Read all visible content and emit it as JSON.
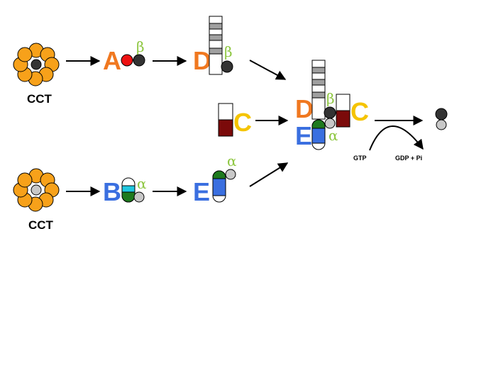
{
  "labels": {
    "cct_top": "CCT",
    "cct_bottom": "CCT",
    "a": "A",
    "b": "B",
    "c_mid": "C",
    "c_right": "C",
    "d_top": "D",
    "d_complex": "D",
    "e_mid": "E",
    "e_complex": "E",
    "beta_a": "β",
    "beta_d": "β",
    "beta_complex": "β",
    "alpha_b": "α",
    "alpha_e": "α",
    "alpha_complex": "α",
    "gtp": "GTP",
    "gdp_pi": "GDP + Pi"
  },
  "colors": {
    "orange_label": "#f07820",
    "blue_label": "#3a6fe0",
    "yellow_label": "#f5c400",
    "greek_green": "#8dc63f",
    "cct_subunit": "#f7a11a",
    "beta_tubulin": "#333333",
    "alpha_tubulin": "#c8c8c8",
    "protein_a_red": "#ee1111",
    "c_darkred": "#7b0a0a",
    "e_green": "#1e7a1e",
    "e_blue": "#3a6fe0",
    "b_cyan": "#20c8e0",
    "d_stripe": "#a0a0a0"
  }
}
